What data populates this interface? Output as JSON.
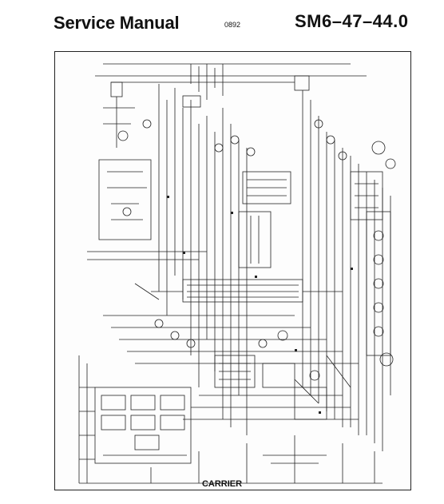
{
  "header": {
    "title": "Service Manual",
    "code": "0892",
    "doc_number": "SM6–47–44.0"
  },
  "footer": {
    "label": "CARRIER"
  },
  "colors": {
    "ink": "#111111",
    "paper": "#ffffff"
  }
}
